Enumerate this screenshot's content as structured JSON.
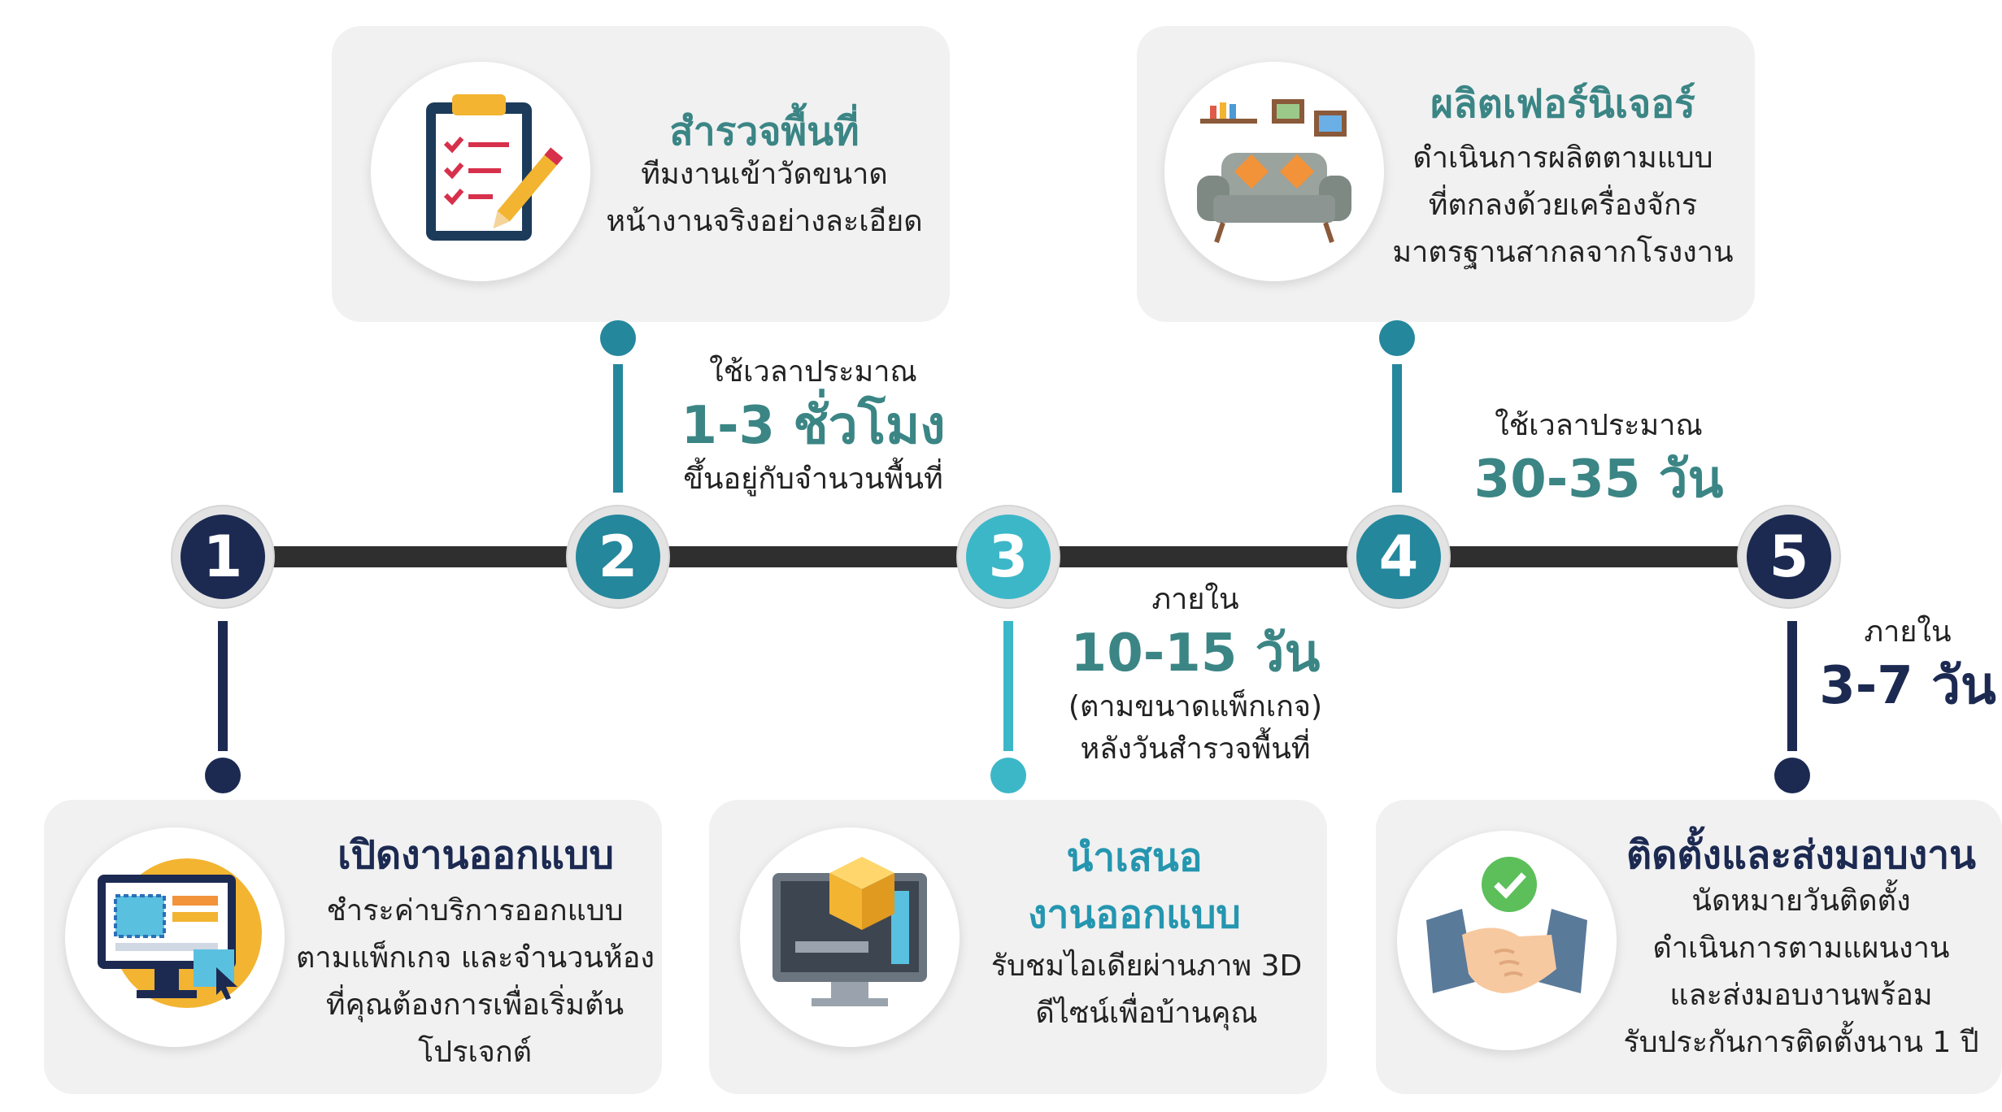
{
  "steps": [
    {
      "number": "1",
      "title": "เปิดงานออกแบบ",
      "lines": [
        "ชำระค่าบริการออกแบบ",
        "ตามแพ็กเกจ และจำนวนห้อง",
        "ที่คุณต้องการเพื่อเริ่มต้น",
        "โปรเจกต์"
      ],
      "icon": "computer-design-icon",
      "color": "#1c2a52"
    },
    {
      "number": "2",
      "title": "สำรวจพื้นที่",
      "lines": [
        "ทีมงานเข้าวัดขนาด",
        "หน้างานจริงอย่างละเอียด"
      ],
      "icon": "clipboard-checklist-icon",
      "color": "#24879c"
    },
    {
      "number": "3",
      "title_lines": [
        "นำเสนอ",
        "งานออกแบบ"
      ],
      "lines": [
        "รับชมไอเดียผ่านภาพ 3D",
        "ดีไซน์เพื่อบ้านคุณ"
      ],
      "icon": "3d-cube-monitor-icon",
      "color": "#3cb7c8"
    },
    {
      "number": "4",
      "title": "ผลิตเฟอร์นิเจอร์",
      "lines": [
        "ดำเนินการผลิตตามแบบ",
        "ที่ตกลงด้วยเครื่องจักร",
        "มาตรฐานสากลจากโรงงาน"
      ],
      "icon": "sofa-furniture-icon",
      "color": "#24879c"
    },
    {
      "number": "5",
      "title": "ติดตั้งและส่งมอบงาน",
      "lines": [
        "นัดหมายวันติดตั้ง",
        "ดำเนินการตามแผนงาน",
        "และส่งมอบงานพร้อม",
        "รับประกันการติดตั้งนาน 1 ปี"
      ],
      "icon": "handshake-check-icon",
      "color": "#1c2a52"
    }
  ],
  "durations": {
    "d1": {
      "top": "ใช้เวลาประมาณ",
      "big": "1-3 ชั่วโมง",
      "bottom": "ขึ้นอยู่กับจำนวนพื้นที่"
    },
    "d2": {
      "top": "ภายใน",
      "big": "10-15 วัน",
      "bottom1": "(ตามขนาดแพ็กเกจ)",
      "bottom2": "หลังวันสำรวจพื้นที่"
    },
    "d3": {
      "top": "ใช้เวลาประมาณ",
      "big": "30-35 วัน"
    },
    "d4": {
      "top": "ภายใน",
      "big": "3-7 วัน"
    }
  },
  "colors": {
    "navy": "#1c2a52",
    "teal_dark": "#24879c",
    "teal_light": "#3cb7c8",
    "title_teal": "#3b8585",
    "card_bg": "#f1f1f1",
    "timeline": "#2f2f2f"
  }
}
